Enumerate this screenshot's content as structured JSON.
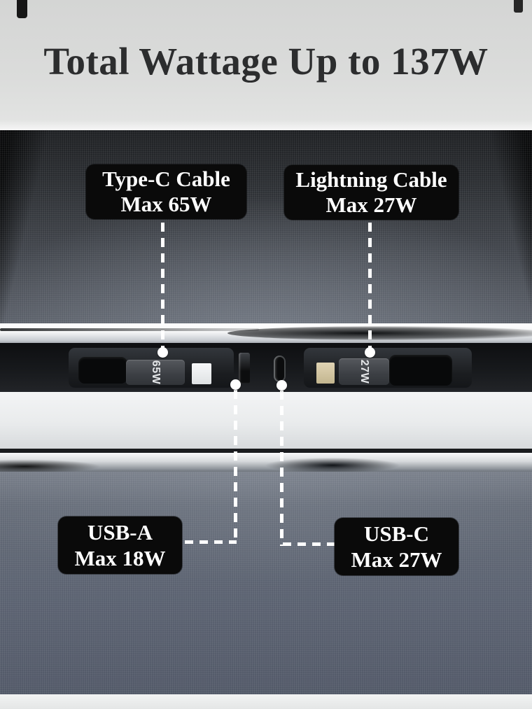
{
  "header": {
    "title": "Total Wattage Up to 137W"
  },
  "callouts": {
    "type_c": {
      "line1": "Type-C Cable",
      "line2": "Max 65W"
    },
    "lightning": {
      "line1": "Lightning Cable",
      "line2": "Max 27W"
    },
    "usb_a": {
      "line1": "USB-A",
      "line2": "Max 18W"
    },
    "usb_c": {
      "line1": "USB-C",
      "line2": "Max 27W"
    }
  },
  "connectors": {
    "type_c_marking": "65W",
    "lightning_marking": "27W"
  },
  "colors": {
    "header_background": "#d9dad9",
    "title_text": "#2c2d2e",
    "label_background": "#0a0a0a",
    "label_text": "#ffffff",
    "callout_line": "#ffffff",
    "console_panel": "#4a4e55",
    "chrome_trim": "#e8eaec",
    "tray": "#17191c",
    "base_surface": "#5d6470"
  }
}
